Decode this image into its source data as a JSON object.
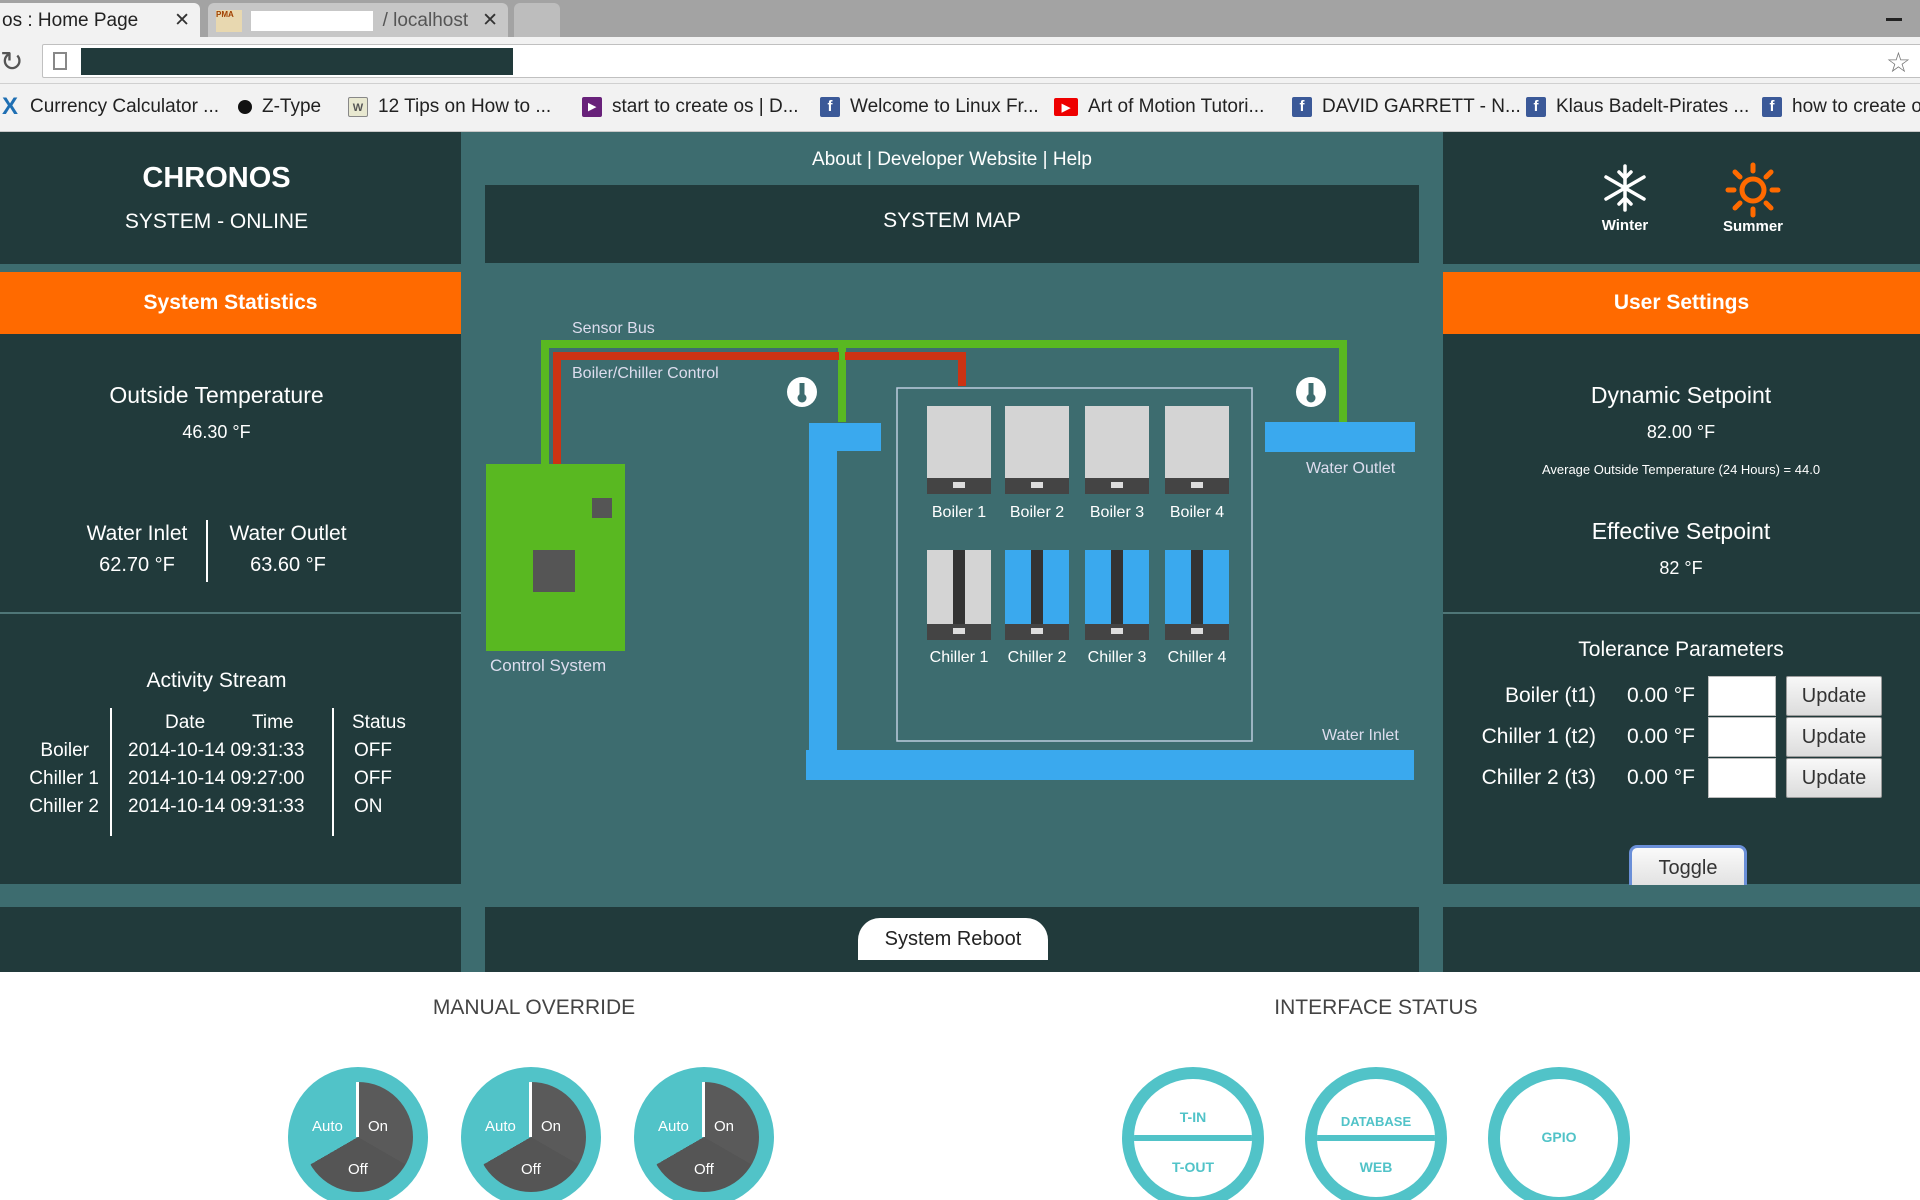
{
  "browser": {
    "tabs": [
      {
        "title": "os : Home Page"
      },
      {
        "title": "/ localhost",
        "favicon": "PMA"
      }
    ],
    "bookmarks": [
      {
        "label": "Currency Calculator ...",
        "icon": "x-icon"
      },
      {
        "label": "Z-Type",
        "icon": "dot-icon"
      },
      {
        "label": "12 Tips on How to ...",
        "icon": "page-icon"
      },
      {
        "label": "start to create os | D...",
        "icon": "vs-icon"
      },
      {
        "label": "Welcome to Linux Fr...",
        "icon": "facebook-icon"
      },
      {
        "label": "Art of Motion Tutori...",
        "icon": "youtube-icon"
      },
      {
        "label": "DAVID GARRETT - N...",
        "icon": "facebook-icon"
      },
      {
        "label": "Klaus Badelt-Pirates ...",
        "icon": "facebook-icon"
      },
      {
        "label": "how to create o",
        "icon": "facebook-icon"
      }
    ]
  },
  "header": {
    "app_title": "CHRONOS",
    "system_status": "SYSTEM - ONLINE",
    "links": "About | Developer Website | Help",
    "system_map_title": "SYSTEM MAP",
    "modes": [
      {
        "label": "Winter",
        "icon": "snowflake-icon"
      },
      {
        "label": "Summer",
        "icon": "sun-icon"
      }
    ]
  },
  "stats": {
    "title": "System Statistics",
    "outside_label": "Outside Temperature",
    "outside_value": "46.30 °F",
    "inlet_label": "Water Inlet",
    "inlet_value": "62.70 °F",
    "outlet_label": "Water Outlet",
    "outlet_value": "63.60 °F",
    "activity_title": "Activity Stream",
    "activity_headers": [
      "Date",
      "Time",
      "Status"
    ],
    "activity_rows": [
      {
        "device": "Boiler",
        "datetime": "2014-10-14 09:31:33",
        "status": "OFF"
      },
      {
        "device": "Chiller 1",
        "datetime": "2014-10-14 09:27:00",
        "status": "OFF"
      },
      {
        "device": "Chiller 2",
        "datetime": "2014-10-14 09:31:33",
        "status": "ON"
      }
    ]
  },
  "map": {
    "sensor_bus": "Sensor Bus",
    "control_label": "Boiler/Chiller Control",
    "control_system": "Control System",
    "water_outlet": "Water Outlet",
    "water_inlet": "Water Inlet",
    "boilers": [
      "Boiler 1",
      "Boiler 2",
      "Boiler 3",
      "Boiler 4"
    ],
    "chillers": [
      "Chiller 1",
      "Chiller 2",
      "Chiller 3",
      "Chiller 4"
    ]
  },
  "settings": {
    "title": "User Settings",
    "dynamic_label": "Dynamic Setpoint",
    "dynamic_value": "82.00 °F",
    "avg_text": "Average Outside Temperature (24 Hours) = 44.0",
    "effective_label": "Effective Setpoint",
    "effective_value": "82 °F",
    "tolerance_title": "Tolerance Parameters",
    "tolerances": [
      {
        "label": "Boiler (t1)",
        "value": "0.00 °F",
        "button": "Update"
      },
      {
        "label": "Chiller 1 (t2)",
        "value": "0.00 °F",
        "button": "Update"
      },
      {
        "label": "Chiller 2 (t3)",
        "value": "0.00 °F",
        "button": "Update"
      }
    ],
    "toggle_label": "Toggle"
  },
  "footer": {
    "reboot_label": "System Reboot",
    "manual_title": "MANUAL OVERRIDE",
    "interface_title": "INTERFACE STATUS",
    "switch_labels": {
      "auto": "Auto",
      "on": "On",
      "off": "Off"
    },
    "interfaces": [
      {
        "top": "T-IN",
        "bottom": "T-OUT"
      },
      {
        "top": "DATABASE",
        "bottom": "WEB"
      },
      {
        "single": "GPIO"
      }
    ]
  }
}
